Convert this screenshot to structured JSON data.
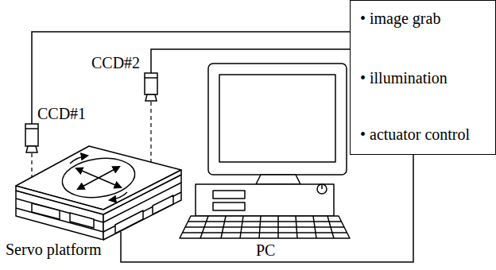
{
  "diagram": {
    "nodes": [
      {
        "text": [
          "• image grab",
          "• illumination",
          "• actuator control"
        ]
      }
    ],
    "labels": [
      "CCD#2",
      "CCD#1",
      "Servo platform",
      "PC"
    ]
  }
}
